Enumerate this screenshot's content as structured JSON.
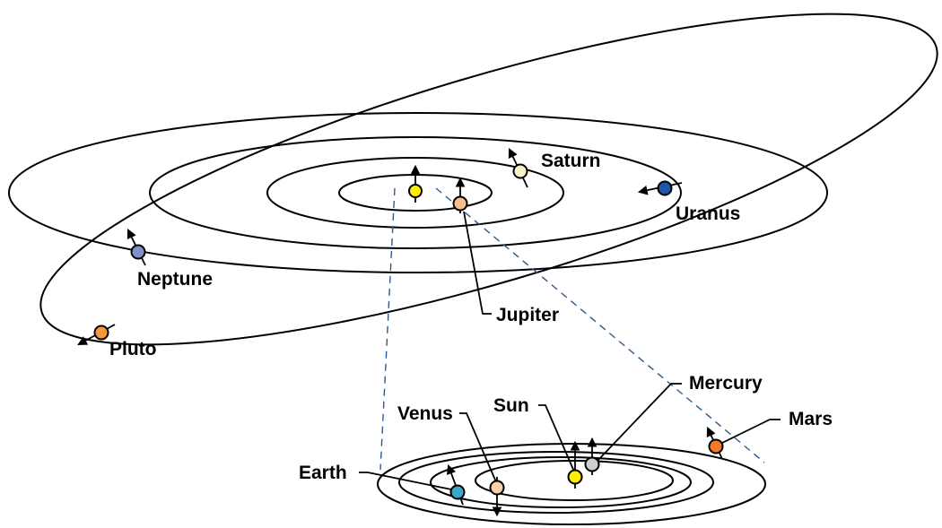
{
  "labels": {
    "saturn": "Saturn",
    "uranus": "Uranus",
    "neptune": "Neptune",
    "pluto": "Pluto",
    "jupiter": "Jupiter",
    "mercury": "Mercury",
    "mars": "Mars",
    "venus": "Venus",
    "sun": "Sun",
    "earth": "Earth"
  },
  "colors": {
    "sun": "#ffee00",
    "jupiter": "#f5bf8c",
    "saturn": "#f7f2c4",
    "uranus": "#1f56a8",
    "neptune": "#7f92c6",
    "pluto": "#f59a3a",
    "mercury": "#cfcfcf",
    "venus": "#f7d2a8",
    "earth": "#3aa8c6",
    "mars": "#f2792a",
    "projection_line": "#2a5a92"
  }
}
